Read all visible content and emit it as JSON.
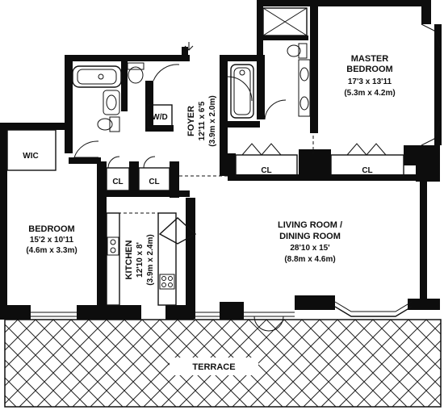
{
  "rooms": {
    "master": {
      "name_line1": "MASTER",
      "name_line2": "BEDROOM",
      "dim_imperial": "17'3 x 13'11",
      "dim_metric": "(5.3m x 4.2m)"
    },
    "foyer": {
      "name": "FOYER",
      "dim_imperial": "12'11 x 6'5",
      "dim_metric": "(3.9m x 2.0m)"
    },
    "bedroom": {
      "name": "BEDROOM",
      "dim_imperial": "15'2 x 10'11",
      "dim_metric": "(4.6m x 3.3m)"
    },
    "living": {
      "name_line1": "LIVING ROOM /",
      "name_line2": "DINING ROOM",
      "dim_imperial": "28'10 x 15'",
      "dim_metric": "(8.8m x 4.6m)"
    },
    "kitchen": {
      "name": "KITCHEN",
      "dim_imperial": "12'10 x 8'",
      "dim_metric": "(3.9m x 2.4m)"
    },
    "terrace": {
      "name": "TERRACE"
    }
  },
  "labels": {
    "wic": "WIC",
    "wd": "W/D",
    "cl": "CL"
  },
  "colors": {
    "wall": "#0d0d0d",
    "background": "#ffffff"
  }
}
